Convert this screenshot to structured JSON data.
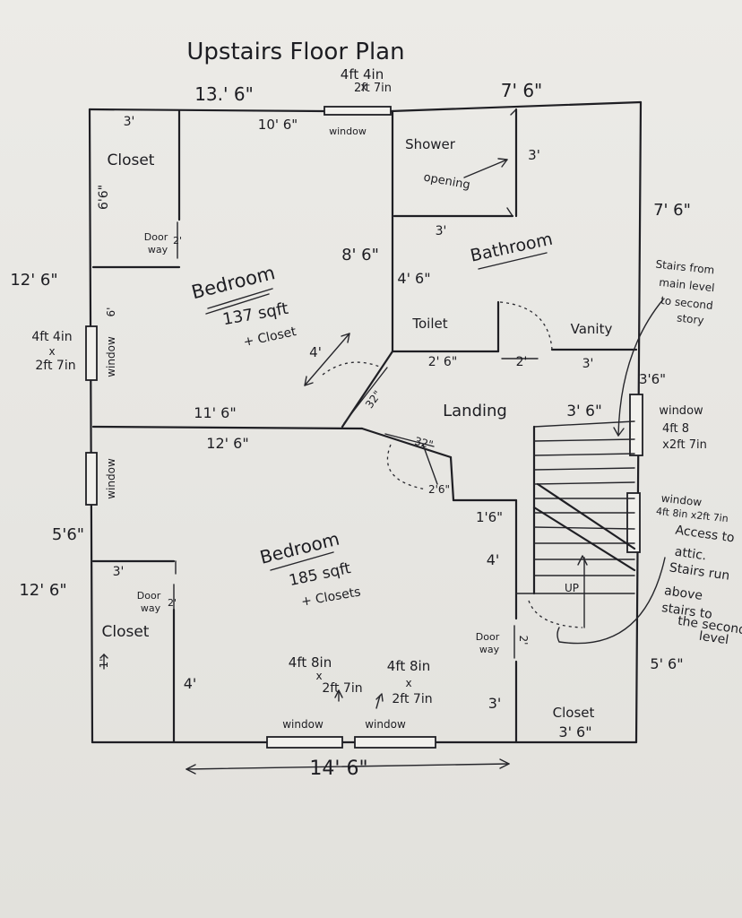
{
  "title": "Upstairs Floor Plan",
  "rooms": {
    "bedroom_top": {
      "name": "Bedroom",
      "area": "137 sqft",
      "note": "+ Closet"
    },
    "bedroom_bottom": {
      "name": "Bedroom",
      "area": "185 sqft",
      "note": "+ Closets"
    },
    "bathroom": {
      "name": "Bathroom"
    },
    "landing": {
      "name": "Landing"
    },
    "closet_top_left": {
      "name": "Closet"
    },
    "closet_bottom_left": {
      "name": "Closet"
    },
    "closet_bottom_right": {
      "name": "Closet",
      "size": "3' 6\""
    },
    "shower": {
      "name": "Shower",
      "opening": "opening"
    },
    "toilet": {
      "name": "Toilet"
    },
    "vanity": {
      "name": "Vanity"
    }
  },
  "dimensions": {
    "top_left_width": "13.' 6\"",
    "top_right_width": "7' 6\"",
    "bedroom_top_inner_width": "10' 6\"",
    "closet_top_width": "3'",
    "closet_top_depth": "6'6\"",
    "left_wall_upper": "12' 6\"",
    "left_wall_lower": "12' 6\"",
    "left_small": "5'6\"",
    "shower_depth": "3'",
    "shower_width": "3'",
    "bath_height": "8' 6\"",
    "right_upper": "7' 6\"",
    "toilet_depth": "4' 6\"",
    "toilet_width": "2' 6\"",
    "bath_door": "2'",
    "vanity_width": "3'",
    "stair_window_offset": "3'6\"",
    "landing_to_stairs": "3' 6\"",
    "bedroom_top_bottom_wall": "11' 6\"",
    "bedroom_bottom_top_wall": "12' 6\"",
    "door_diag_1": "32\"",
    "door_diag_2": "32\"",
    "door_swing_4": "4'",
    "door_2_6": "2'6\"",
    "landing_1_6": "1'6\"",
    "landing_4": "4'",
    "closet_bottom_width": "3'",
    "closet_bottom_depth": "4'",
    "closet_right_3": "3'",
    "right_lower": "5' 6\"",
    "bottom_width": "14' 6\"",
    "closet_side_dim": "1'",
    "window_side": "6'"
  },
  "windows": {
    "top": {
      "label": "window",
      "size_a": "4ft 4in",
      "x": "x",
      "size_b": "2ft 7in"
    },
    "left_upper": {
      "label": "window",
      "size_a": "4ft 4in",
      "x": "x",
      "size_b": "2ft 7in"
    },
    "left_lower": {
      "label": "window"
    },
    "right_upper": {
      "label": "window",
      "size_a": "4ft 8",
      "size_b": "x2ft 7in"
    },
    "right_lower": {
      "label": "window",
      "size": "4ft 8in x2ft 7in"
    },
    "bottom_1": {
      "label": "window",
      "size_a": "4ft 8in",
      "x": "x",
      "size_b": "2ft 7in"
    },
    "bottom_2": {
      "label": "window",
      "size_a": "4ft 8in",
      "x": "x",
      "size_b": "2ft 7in"
    }
  },
  "doorways": {
    "top": {
      "label_a": "Door",
      "label_b": "way",
      "size": "2'"
    },
    "bottom_left": {
      "label_a": "Door",
      "label_b": "way",
      "size": "2'"
    },
    "bottom_right": {
      "label_a": "Door",
      "label_b": "way",
      "size": "2'"
    }
  },
  "notes": {
    "stairs_from": [
      "Stairs from",
      "main level",
      "to second",
      "story"
    ],
    "attic": [
      "Access to",
      "attic.",
      "Stairs run",
      "above",
      "stairs to",
      "the second",
      "level"
    ],
    "up": "UP"
  }
}
